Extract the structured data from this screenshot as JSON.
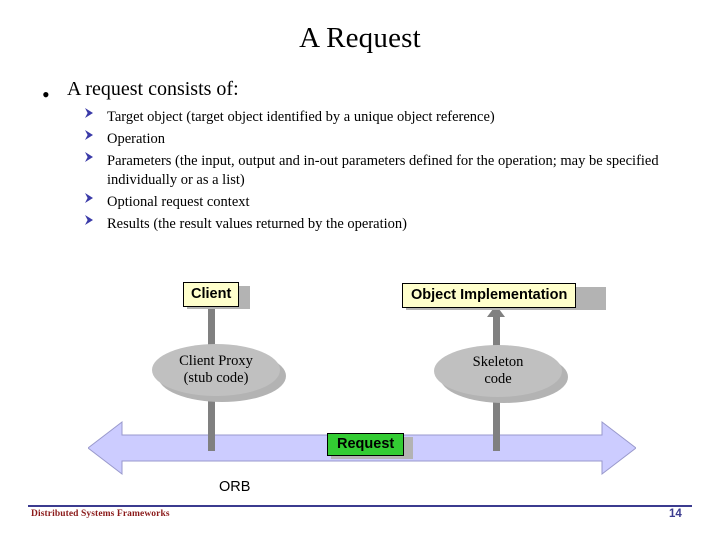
{
  "slide": {
    "title": "A Request",
    "main_bullet": "A request consists of:",
    "bullet_marker": "•",
    "sub_items": [
      "Target object (target object identified by a unique object reference)",
      "Operation",
      "Parameters (the input, output and in-out parameters  defined for the operation; may be specified individually or as a list)",
      "Optional request context",
      "Results (the result values returned by the operation)"
    ],
    "diagram": {
      "client_box": "Client",
      "object_implementation_box": "Object Implementation",
      "client_proxy": "Client Proxy\n(stub code)",
      "client_proxy_line1": "Client Proxy",
      "client_proxy_line2": "(stub code)",
      "skeleton_line1": "Skeleton",
      "skeleton_line2": "code",
      "request_label": "Request",
      "orb_label": "ORB",
      "colors": {
        "box_fill": "#FFFFCC",
        "ellipse_fill": "#C0C0C0",
        "request_fill": "#33CC33",
        "orb_arrow_fill": "#CCCCFF",
        "connector": "#808080",
        "shadow": "#B3B3B3"
      }
    },
    "footer": {
      "text": "Distributed Systems Frameworks",
      "page_number": "14"
    }
  }
}
